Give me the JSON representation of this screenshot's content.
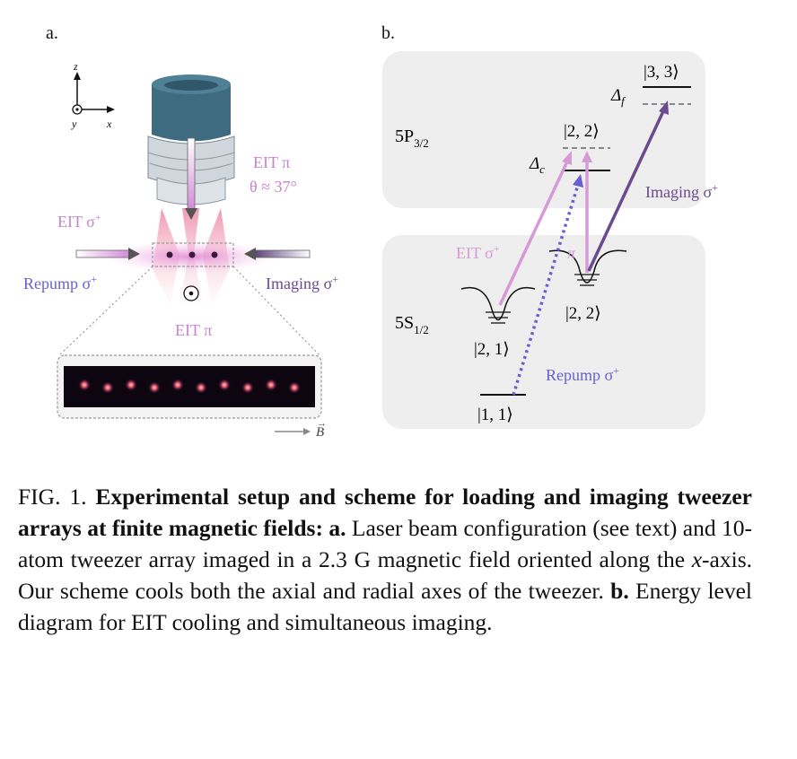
{
  "panel_a": {
    "label": "a.",
    "axis_z": "z",
    "axis_y": "y",
    "axis_x": "x",
    "eit_pi_top": "EIT π",
    "theta": "θ ≈ 37°",
    "eit_sigma_left": "EIT σ",
    "eit_sigma_left_sup": "+",
    "repump": "Repump σ",
    "repump_sup": "+",
    "imaging": "Imaging σ",
    "imaging_sup": "+",
    "eit_pi_bottom": "EIT π",
    "field_label": "B",
    "atom_count": 10
  },
  "panel_b": {
    "label": "b.",
    "state_p": "5P",
    "state_p_sub": "3/2",
    "state_s": "5S",
    "state_s_sub": "1/2",
    "ket_33": "|3, 3⟩",
    "ket_22_top": "|2, 2⟩",
    "ket_22_bottom": "|2, 2⟩",
    "ket_21": "|2, 1⟩",
    "ket_11": "|1, 1⟩",
    "delta_f": "Δ",
    "delta_f_sub": "f",
    "delta_c": "Δ",
    "delta_c_sub": "c",
    "eit_sigma": "EIT σ",
    "eit_sigma_sup": "+",
    "pi": "π",
    "imaging": "Imaging σ",
    "imaging_sup": "+",
    "repump": "Repump σ",
    "repump_sup": "+"
  },
  "caption": {
    "fig": "FIG. 1.",
    "title": "Experimental setup and scheme for loading and imaging tweezer arrays at finite magnetic fields:",
    "a_label": "a.",
    "a_text": "Laser beam configuration (see text) and 10-atom tweezer array imaged in a 2.3 G magnetic field oriented along the",
    "a_axis": "x",
    "a_text2": "-axis. Our scheme cools both the axial and radial axes of the tweezer.",
    "b_label": "b.",
    "b_text": "Energy level diagram for EIT cooling and simultaneous imaging."
  },
  "colors": {
    "eit": "#d79ad8",
    "imaging": "#6b4b8f",
    "repump": "#6a5fd0",
    "objective": "#3f6b80",
    "panel_bg": "#eeeeee"
  }
}
